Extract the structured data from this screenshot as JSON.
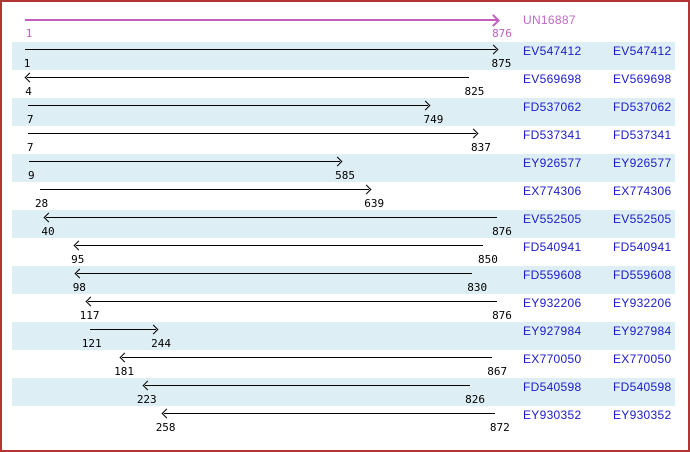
{
  "palette": {
    "frame_border": "#b23434",
    "row_alt_background": "#ddeef4",
    "accession_text": "#1a1acc",
    "reference_color": "#c05fc0",
    "alignment_arrow": "#000000"
  },
  "reference": {
    "id": "UN16887",
    "start": "1",
    "end": "876",
    "start_val": 1,
    "end_val": 876,
    "strand": "plus"
  },
  "alignments": [
    {
      "id": "EV547412",
      "start": 1,
      "end": 875,
      "strand": "plus"
    },
    {
      "id": "EV569698",
      "start": 4,
      "end": 825,
      "strand": "minus"
    },
    {
      "id": "FD537062",
      "start": 7,
      "end": 749,
      "strand": "plus"
    },
    {
      "id": "FD537341",
      "start": 7,
      "end": 837,
      "strand": "plus"
    },
    {
      "id": "EY926577",
      "start": 9,
      "end": 585,
      "strand": "plus"
    },
    {
      "id": "EX774306",
      "start": 28,
      "end": 639,
      "strand": "plus"
    },
    {
      "id": "EV552505",
      "start": 40,
      "end": 876,
      "strand": "minus"
    },
    {
      "id": "FD540941",
      "start": 95,
      "end": 850,
      "strand": "minus"
    },
    {
      "id": "FD559608",
      "start": 98,
      "end": 830,
      "strand": "minus"
    },
    {
      "id": "EY932206",
      "start": 117,
      "end": 876,
      "strand": "minus"
    },
    {
      "id": "EY927984",
      "start": 121,
      "end": 244,
      "strand": "plus"
    },
    {
      "id": "EX770050",
      "start": 181,
      "end": 867,
      "strand": "minus"
    },
    {
      "id": "FD540598",
      "start": 223,
      "end": 826,
      "strand": "minus"
    },
    {
      "id": "EY930352",
      "start": 258,
      "end": 872,
      "strand": "minus"
    }
  ],
  "scale": {
    "coord_min": 1,
    "coord_max": 876
  }
}
